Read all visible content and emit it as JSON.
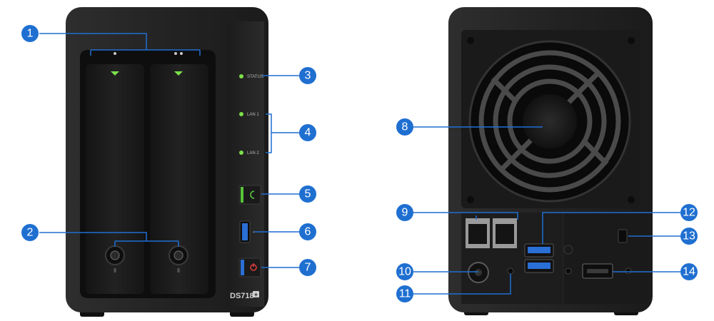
{
  "front": {
    "model": "DS718",
    "model_suffix": "+",
    "leds": {
      "status": "STATUS",
      "lan1": "LAN 1",
      "lan2": "LAN 2"
    }
  },
  "callouts": [
    "1",
    "2",
    "3",
    "4",
    "5",
    "6",
    "7",
    "8",
    "9",
    "10",
    "11",
    "12",
    "13",
    "14"
  ],
  "colors": {
    "accent": "#1f6fd1",
    "led": "#7be04a",
    "body": "#262626",
    "power": "#d93a3a"
  }
}
